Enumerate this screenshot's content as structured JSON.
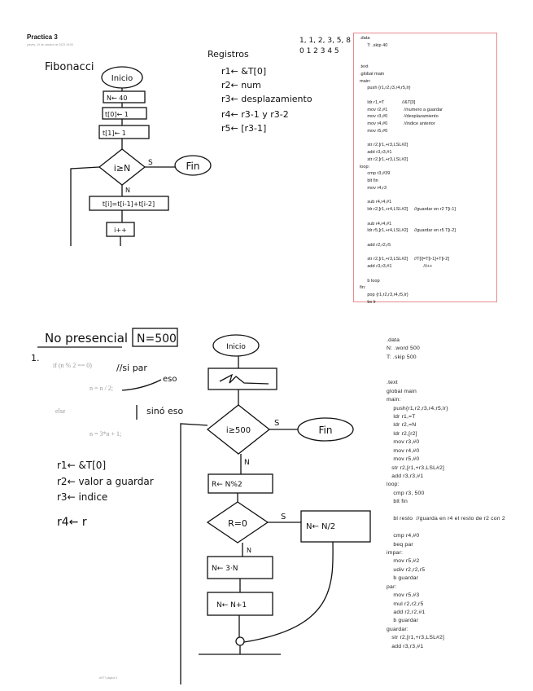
{
  "header": {
    "title": "Practica 3",
    "subtitle": "jueves, 19 de octubre de 2023     19:00"
  },
  "fibonacci": {
    "label": "Fibonacci",
    "flow": {
      "start": "Inicio",
      "step1": "N← 40",
      "step2": "t[0]← 1",
      "step3": "t[1]← 1",
      "cond": "i≥N",
      "yes": "S",
      "no": "N",
      "end": "Fin",
      "body": "t[i]=t[i-1]+t[i-2]",
      "inc": "i++"
    }
  },
  "registros": {
    "label": "Registros",
    "lines": [
      "r1← &T[0]",
      "r2← num",
      "r3← desplazamiento",
      "r4← r3-1 y r3-2",
      "r5← [r3-1]"
    ],
    "sequence": "1, 1, 2, 3, 5, 8",
    "indices": "0  1  2  3  4  5"
  },
  "code_top": [
    ".data",
    "      T: .skip 40",
    "",
    "",
    ".text",
    ".global main",
    "main:",
    "      push {r1,r2,r3,r4,r5,lr}",
    "",
    "      ldr r1,=T              //&T[0]",
    "      mov r2,#1             //numero a guardar",
    "      mov r3,#0             //desplazamiento",
    "      mov r4,#0             //indice anterior",
    "      mov r5,#0",
    "",
    "      str r2,[r1,+r3,LSL#2]",
    "      add r3,r3,#1",
    "      str r2,[r1,+r3,LSL#2]",
    "loop:",
    "      cmp r3,#39",
    "      blt fin",
    "      mov r4,r3",
    "",
    "      sub r4,r4,#1",
    "      ldr r2,[r1,+r4,LSL#2]     //guardar en r2 T[i-1]",
    "",
    "      sub r4,r4,#1",
    "      ldr r5,[r1,+r4,LSL#2]     //guardar en r5 T[i-2]",
    "",
    "      add r2,r2,r5",
    "",
    "      str r2,[r1,+r3,LSL#2]     //T[i]=T[i-1]+T[i-2]",
    "      add r3,r3,#1                         //i++",
    "",
    "      b loop",
    "fin:",
    "      pop {r1,r2,r3,r4,r5,lr}",
    "      bx lr"
  ],
  "no_presencial": {
    "title": "No presencial",
    "n_box": "N=500",
    "item": "1.",
    "pseudo": {
      "if": "if (n % 2 == 0)",
      "if_note": "//si par",
      "eso": "eso",
      "then": "n = n / 2;",
      "else": "else",
      "else_note": "sinó eso",
      "else_then": "n = 3*n + 1;"
    },
    "regs": [
      "r1← &T[0]",
      "r2← valor a guardar",
      "r3← indice",
      "r4← r"
    ],
    "flow": {
      "start": "Inicio",
      "cond1": "i≥500",
      "yes1": "S",
      "no1": "N",
      "end": "Fin",
      "step_r": "R← N%2",
      "cond2": "R=0",
      "yes2": "S",
      "no2": "N",
      "half": "N← N/2",
      "triple": "N← 3·N",
      "plus": "N← N+1"
    }
  },
  "code_bottom": [
    ".data",
    "N: .word 500",
    "T: .skip 500",
    "",
    "",
    ".text",
    "global main",
    "main:",
    "    push{r1,r2,r3,r4,r5,lr}",
    "    ldr r1,=T",
    "    ldr r2,=N",
    "    ldr r2,[r2]",
    "    mov r3,#0",
    "    mov r4,#0",
    "    mov r5,#0",
    "   str r2,[r1,+r3,LSL#2]",
    "   add r3,r3,#1",
    "loop:",
    "    cmp r3, 500",
    "    blt fin",
    "",
    "    bl resto  //guarda en r4 el resto de r2 con 2",
    "",
    "    cmp r4,#0",
    "    beq par",
    "impar:",
    "    mov r5,#2",
    "    udiv r2,r2,r5",
    "    b guardar",
    "par:",
    "    mov r5,#3",
    "    mul r2,r2,r5",
    "    add r2,r2,#1",
    "    b guardar",
    "guardar:",
    "   str r2,[r1,+r3,LSL#2]",
    "   add r3,r3,#1"
  ],
  "footer": "AETI página 3",
  "colors": {
    "code_border": "#e88a8f",
    "ink": "#111111",
    "grey_text": "#999999"
  }
}
